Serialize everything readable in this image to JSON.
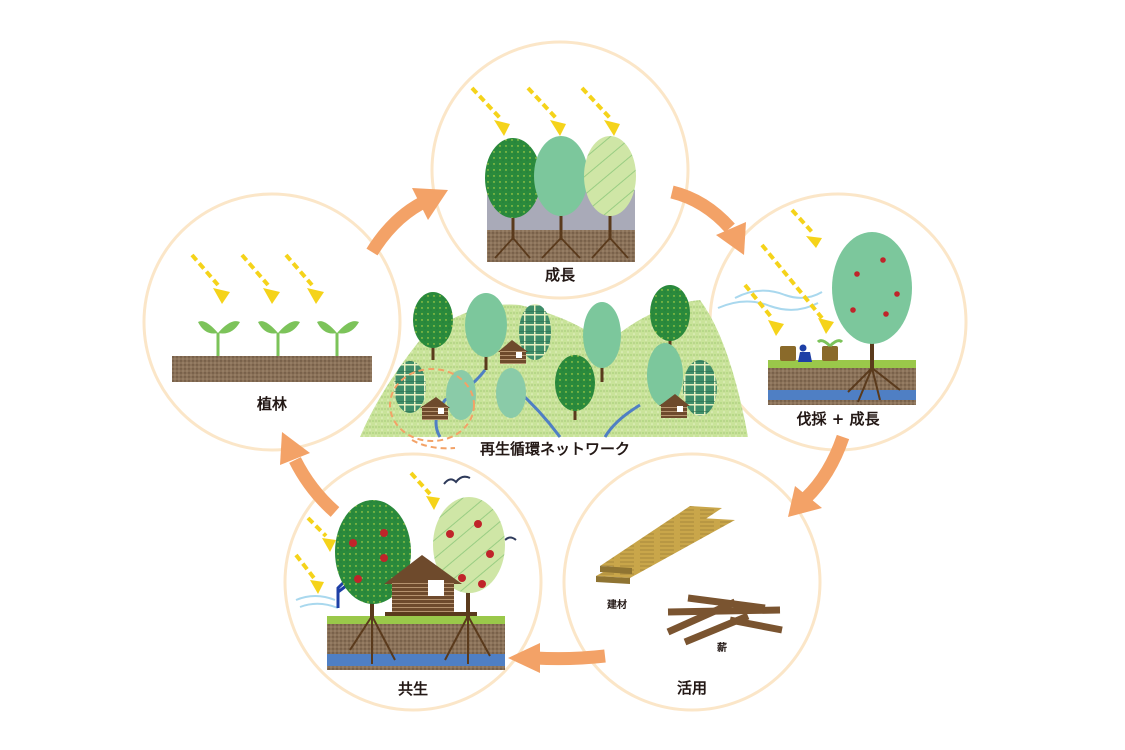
{
  "diagram": {
    "title_center": "再生循環ネットワーク",
    "stages": [
      {
        "id": "planting",
        "label": "植林"
      },
      {
        "id": "growth",
        "label": "成長"
      },
      {
        "id": "harvest",
        "label": "伐採 + 成長"
      },
      {
        "id": "use",
        "label": "活用",
        "sub_labels": [
          "建材",
          "薪"
        ]
      },
      {
        "id": "coexist",
        "label": "共生"
      }
    ],
    "flow": [
      "植林",
      "成長",
      "伐採 + 成長",
      "活用",
      "共生",
      "植林"
    ],
    "colors": {
      "circle_stroke": "#fbe6c8",
      "arrow": "#f3a267",
      "sun_arrow": "#f5d31a",
      "dark_green": "#2a8a3c",
      "mid_green": "#7cc79c",
      "light_green": "#cfe6a6",
      "soil": "#8a7158",
      "water": "#4f7fc4",
      "wood_plank": "#c9a64a",
      "firewood": "#7a5430"
    }
  }
}
